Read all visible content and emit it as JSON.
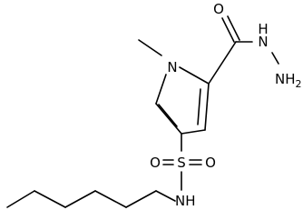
{
  "molecule": {
    "atoms": {
      "carbonyl_oxygen": "O",
      "hydrazide_nh": "N",
      "hydrazide_nh_h": "H",
      "hydrazide_nh2": "NH",
      "hydrazide_nh2_sub": "2",
      "ring_nitrogen": "N",
      "sulfur": "S",
      "sulfonyl_oxygen_left": "O",
      "sulfonyl_oxygen_right": "O",
      "sulfonamide_nh": "NH"
    }
  }
}
